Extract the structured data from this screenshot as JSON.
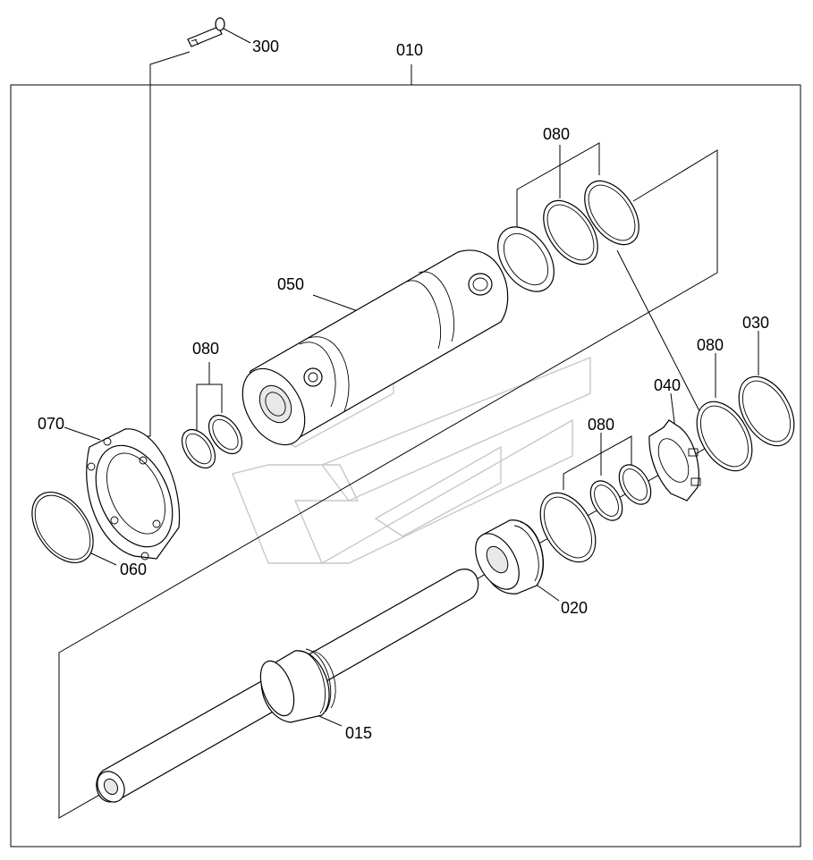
{
  "labels": {
    "p300": "300",
    "p010": "010",
    "p080_top": "080",
    "p050": "050",
    "p080_left": "080",
    "p070": "070",
    "p060": "060",
    "p040": "040",
    "p080_right": "080",
    "p030": "030",
    "p080_mid": "080",
    "p020": "020",
    "p015": "015"
  }
}
